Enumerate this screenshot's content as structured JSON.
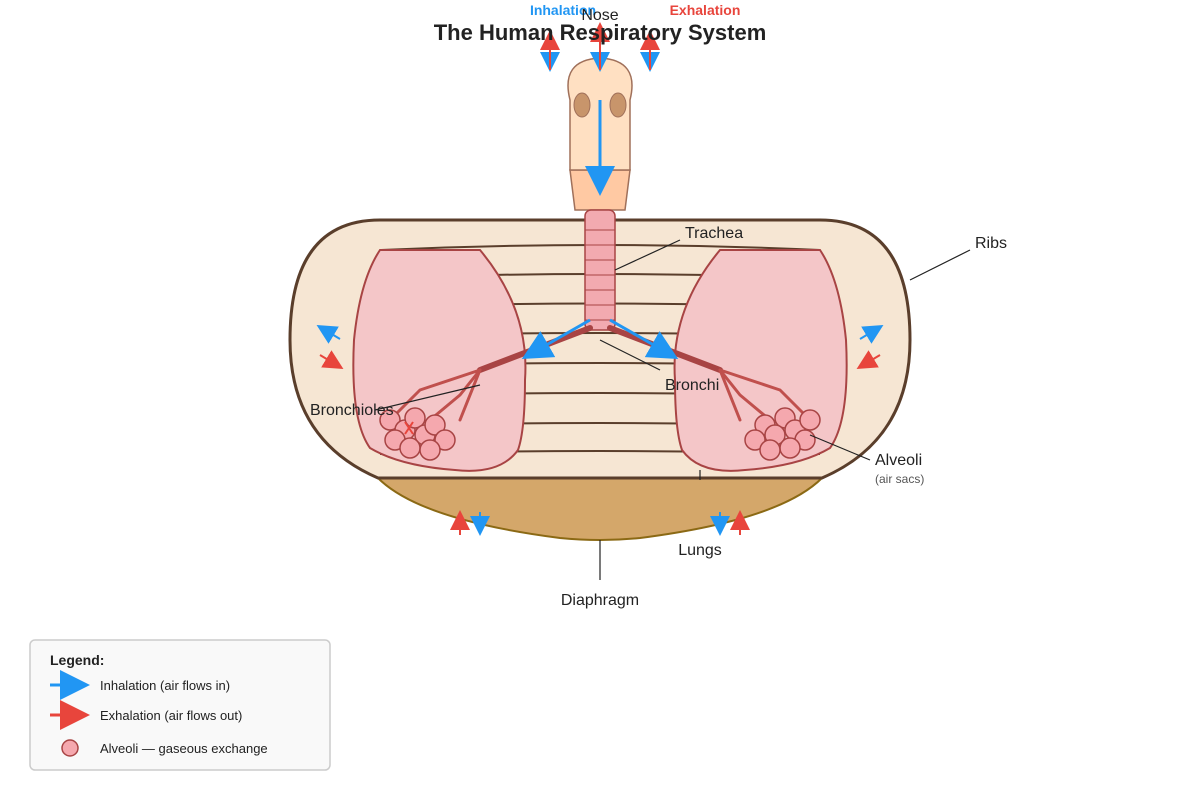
{
  "title": "The Human Respiratory System",
  "flow": {
    "inhalation_label": "Inhalation",
    "exhalation_label": "Exhalation",
    "inhalation_color": "#2196F3",
    "exhalation_color": "#E8453C"
  },
  "labels": {
    "nose": "Nose",
    "trachea": "Trachea",
    "ribs": "Ribs",
    "bronchi": "Bronchi",
    "bronchioles": "Bronchioles",
    "alveoli": "Alveoli",
    "alveoli_sub": "(air sacs)",
    "lungs": "Lungs",
    "diaphragm": "Diaphragm"
  },
  "legend": {
    "title": "Legend:",
    "items": [
      {
        "icon": "blue-arrow-icon",
        "text": "Inhalation (air flows in)"
      },
      {
        "icon": "red-arrow-icon",
        "text": "Exhalation (air flows out)"
      },
      {
        "icon": "alveolus-circle-icon",
        "text": "Alveoli — gaseous exchange"
      }
    ]
  },
  "colors": {
    "chest": "#F6E6D3",
    "chest_stroke": "#5A3E2B",
    "lung": "#F4C6C8",
    "lung_stroke": "#A84444",
    "airway": "#F2AAB0",
    "bronchi": "#A84444",
    "alveoli": "#F5A8AE",
    "diaphragm": "#D4A76A",
    "nose": "#FFE0C2",
    "nose_lower": "#FFC9A3"
  }
}
